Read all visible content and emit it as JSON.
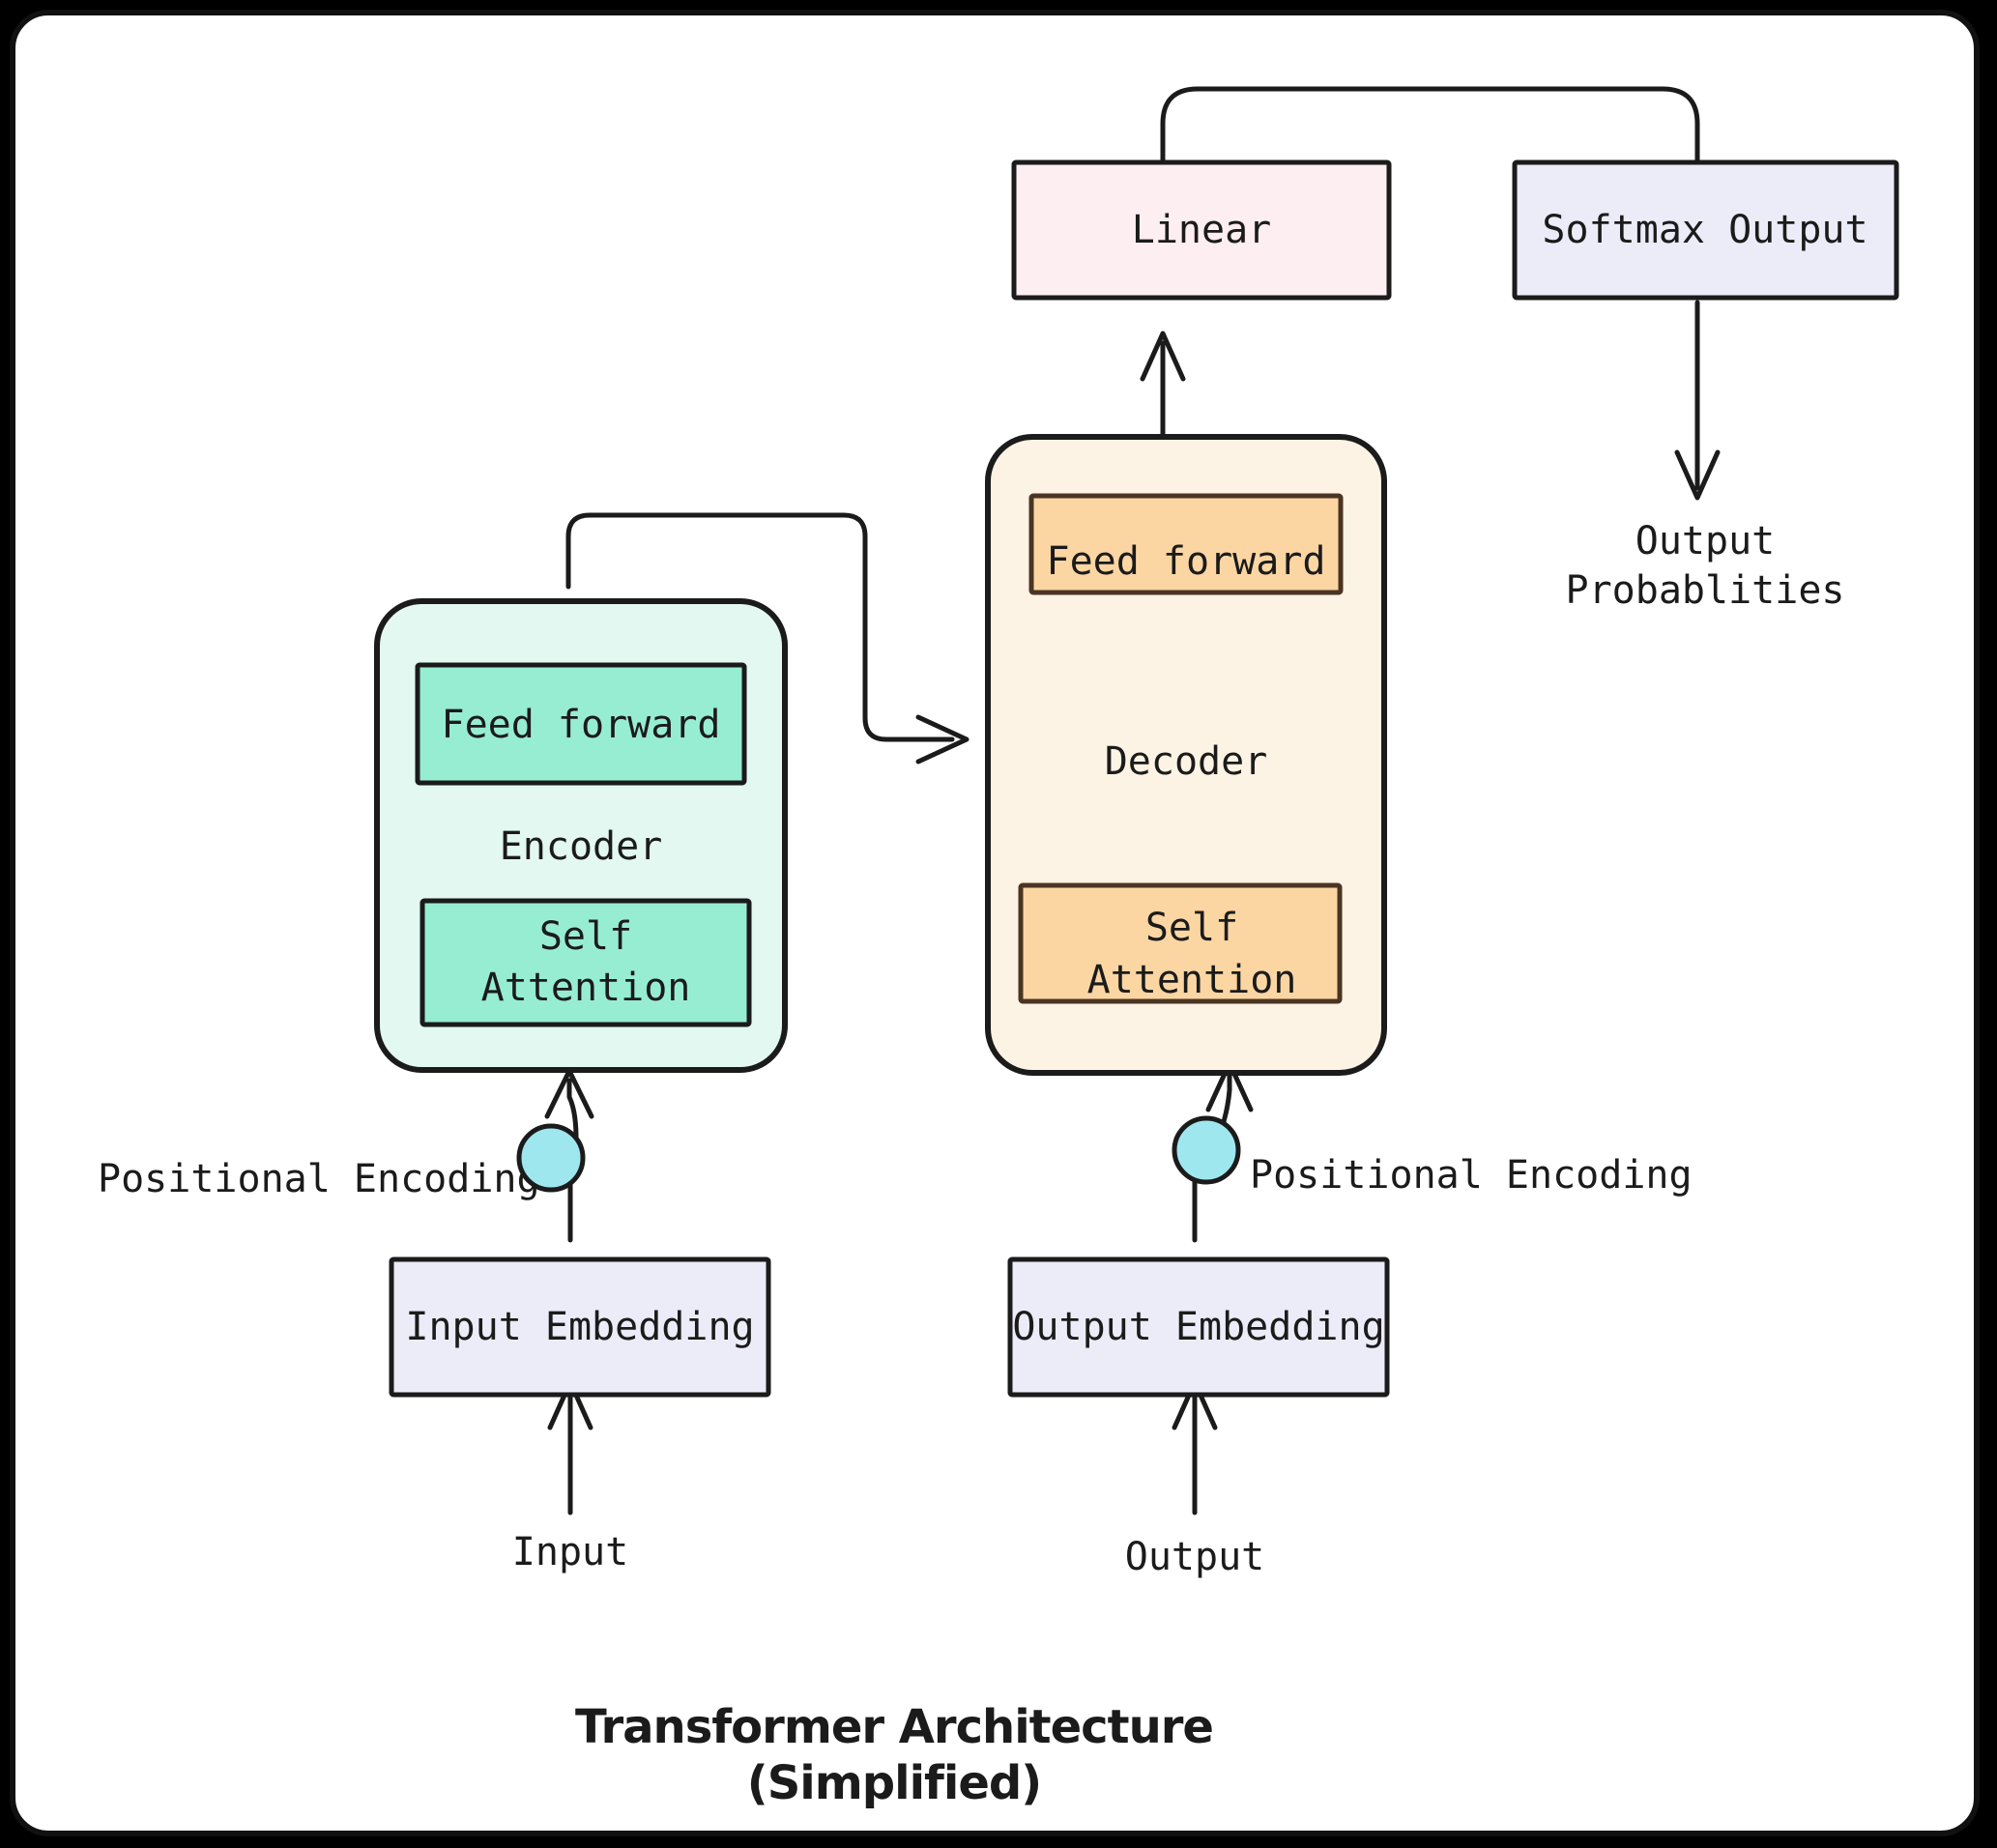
{
  "figure": {
    "title_line1": "Transformer Architecture",
    "title_line2": "(Simplified)",
    "background": "#ffffff",
    "frame_color": "#111111",
    "stroke_color": "#1b1b1b"
  },
  "nodes": {
    "linear": {
      "label": "Linear",
      "fill": "#fdeef2",
      "stroke": "#1b1b1b"
    },
    "softmax_output": {
      "label": "Softmax Output",
      "fill": "#ecebf8",
      "stroke": "#1b1b1b"
    },
    "encoder_group": {
      "label": "Encoder",
      "fill": "#e2f8f0",
      "stroke": "#1b1b1b"
    },
    "encoder_feed_forward": {
      "label": "Feed forward",
      "fill": "#97edd2",
      "stroke": "#1b1b1b"
    },
    "encoder_self_attention": {
      "label_line1": "Self",
      "label_line2": "Attention",
      "fill": "#97edd2",
      "stroke": "#1b1b1b"
    },
    "decoder_group": {
      "label": "Decoder",
      "fill": "#fdf3e4",
      "stroke": "#1b1b1b"
    },
    "decoder_feed_forward": {
      "label": "Feed forward",
      "fill": "#fbd6a3",
      "stroke": "#4a3423"
    },
    "decoder_self_attention": {
      "label_line1": "Self",
      "label_line2": "Attention",
      "fill": "#fbd6a3",
      "stroke": "#4a3423"
    },
    "input_embedding": {
      "label": "Input Embedding",
      "fill": "#ecebf8",
      "stroke": "#1b1b1b"
    },
    "output_embedding": {
      "label": "Output Embedding",
      "fill": "#ecebf8",
      "stroke": "#1b1b1b"
    },
    "positional_encoding_left": {
      "label": "Positional Encoding",
      "fill": "#9fe7ef",
      "stroke": "#1b1b1b"
    },
    "positional_encoding_right": {
      "label": "Positional Encoding",
      "fill": "#9fe7ef",
      "stroke": "#1b1b1b"
    }
  },
  "free_text": {
    "output_probabilities_line1": "Output",
    "output_probabilities_line2": "Probablities",
    "input": "Input",
    "output": "Output"
  }
}
